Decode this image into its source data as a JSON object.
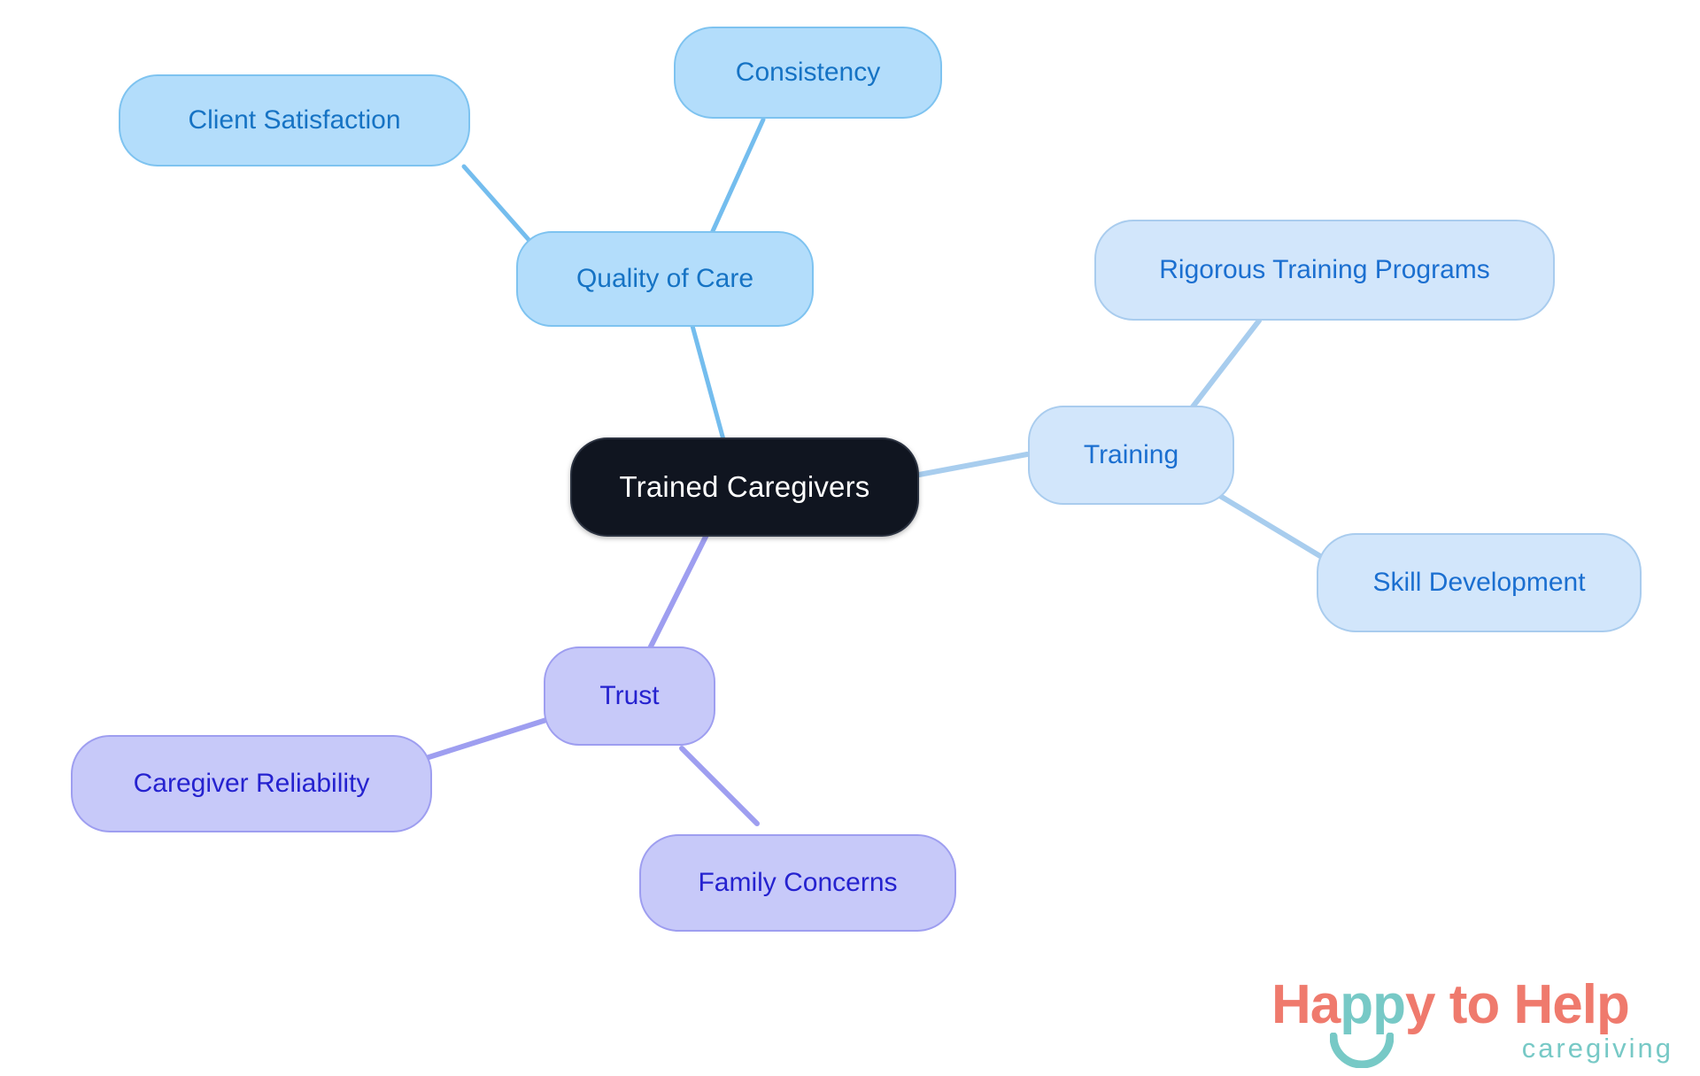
{
  "diagram": {
    "type": "mindmap",
    "title": "Trained Caregivers",
    "background_color": "#ffffff",
    "root": {
      "id": "trained-caregivers",
      "label": "Trained Caregivers",
      "fill": "#101520",
      "text_color": "#ffffff",
      "border_color": "#2b3240"
    },
    "branches": [
      {
        "id": "quality-of-care",
        "label": "Quality of Care",
        "fill": "#b3ddfb",
        "text_color": "#1673c4",
        "border_color": "#7ec3f0",
        "edge_color": "#74bdee",
        "children": [
          {
            "id": "client-satisfaction",
            "label": "Client Satisfaction",
            "fill": "#b3ddfb",
            "text_color": "#1673c4",
            "border_color": "#7ec3f0"
          },
          {
            "id": "consistency",
            "label": "Consistency",
            "fill": "#b3ddfb",
            "text_color": "#1673c4",
            "border_color": "#7ec3f0"
          }
        ]
      },
      {
        "id": "training",
        "label": "Training",
        "fill": "#d2e6fb",
        "text_color": "#1b6fd0",
        "border_color": "#a9ccee",
        "edge_color": "#a8cdee",
        "children": [
          {
            "id": "rigorous-training-programs",
            "label": "Rigorous Training Programs",
            "fill": "#d2e6fb",
            "text_color": "#1b6fd0",
            "border_color": "#a9ccee"
          },
          {
            "id": "skill-development",
            "label": "Skill Development",
            "fill": "#d2e6fb",
            "text_color": "#1b6fd0",
            "border_color": "#a9ccee"
          }
        ]
      },
      {
        "id": "trust",
        "label": "Trust",
        "fill": "#c7c9f9",
        "text_color": "#2522cf",
        "border_color": "#9e9ef0",
        "edge_color": "#9e9ef0",
        "children": [
          {
            "id": "caregiver-reliability",
            "label": "Caregiver Reliability",
            "fill": "#c7c9f9",
            "text_color": "#2522cf",
            "border_color": "#9e9ef0"
          },
          {
            "id": "family-concerns",
            "label": "Family Concerns",
            "fill": "#c7c9f9",
            "text_color": "#2522cf",
            "border_color": "#9e9ef0"
          }
        ]
      }
    ]
  },
  "logo": {
    "word_happy": "Happy",
    "word_pp": "pp",
    "word_happy_head": "Ha",
    "word_happy_tail": "y",
    "word_to_help": " to Help",
    "tagline": "caregiving",
    "coral": "#ef7a6d",
    "teal": "#77c9c6",
    "smile_icon": "smile-arc-icon"
  }
}
